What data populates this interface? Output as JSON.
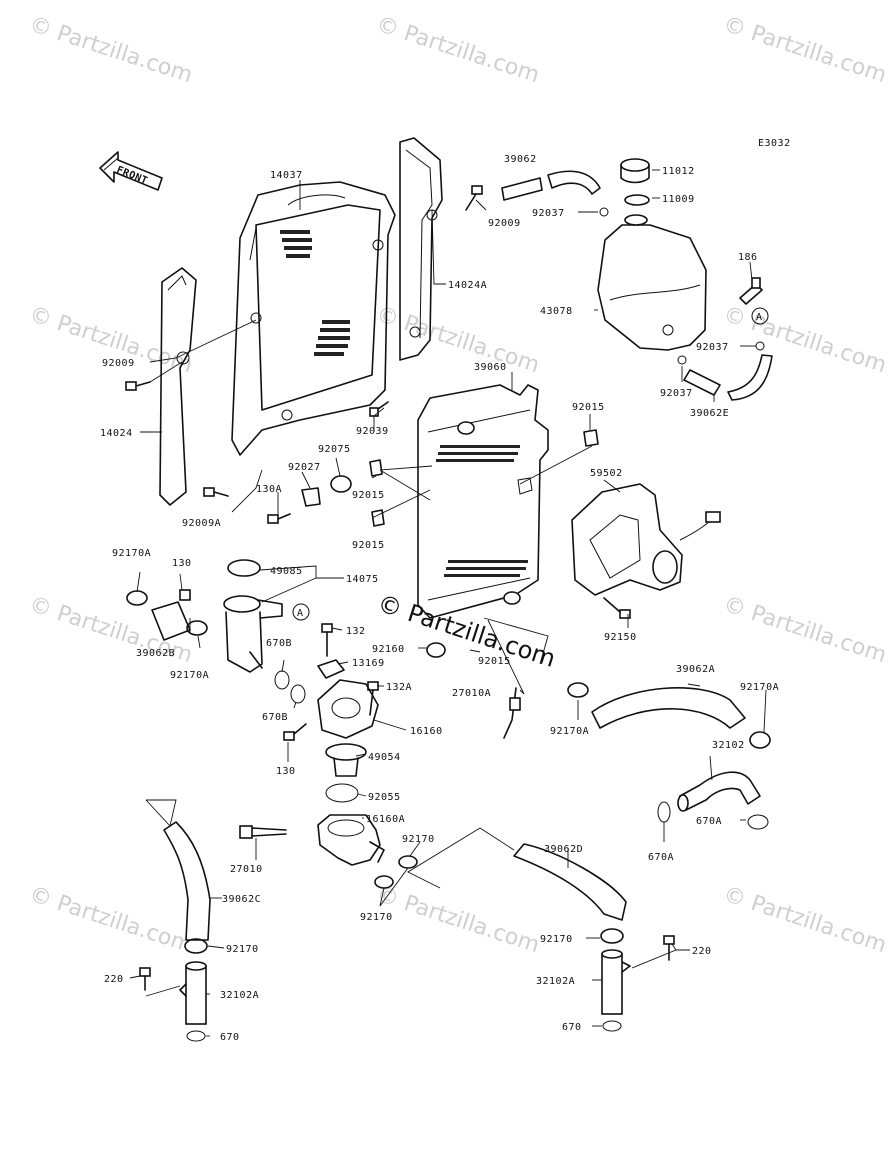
{
  "diagram_code": "E3032",
  "front_label": "FRONT",
  "watermark_text": "© Partzilla.com",
  "center_watermark": "© Partzilla.com",
  "callout_A": "A",
  "labels": {
    "p14037": "14037",
    "p14024A": "14024A",
    "p92009a": "92009",
    "p92009b": "92009",
    "p14024": "14024",
    "p92009A": "92009A",
    "p92039": "92039",
    "p92075": "92075",
    "p92027": "92027",
    "p130A": "130A",
    "p92015a": "92015",
    "p92015b": "92015",
    "p92015c": "92015",
    "p92015d": "92015",
    "p39060": "39060",
    "p39062": "39062",
    "p11012": "11012",
    "p11009": "11009",
    "p92037a": "92037",
    "p92037b": "92037",
    "p92037c": "92037",
    "p186": "186",
    "p43078": "43078",
    "p39062E": "39062E",
    "p59502": "59502",
    "p92150": "92150",
    "p92170Aa": "92170A",
    "p92170Ab": "92170A",
    "p92170Ac": "92170A",
    "p92170Ad": "92170A",
    "p130a": "130",
    "p130b": "130",
    "p49085": "49085",
    "p14075": "14075",
    "p39062B": "39062B",
    "p670Ba": "670B",
    "p670Bb": "670B",
    "p132": "132",
    "p13169": "13169",
    "p92160": "92160",
    "p132A": "132A",
    "p16160": "16160",
    "p27010A": "27010A",
    "p49054": "49054",
    "p92055": "92055",
    "p16160A": "16160A",
    "p27010": "27010",
    "p92170a": "92170",
    "p92170b": "92170",
    "p92170c": "92170",
    "p92170d": "92170",
    "p39062C": "39062C",
    "p39062D": "39062D",
    "p39062A": "39062A",
    "p32102": "32102",
    "p670Aa": "670A",
    "p670Ab": "670A",
    "p220a": "220",
    "p220b": "220",
    "p32102Aa": "32102A",
    "p32102Ab": "32102A",
    "p670a": "670",
    "p670b": "670"
  }
}
